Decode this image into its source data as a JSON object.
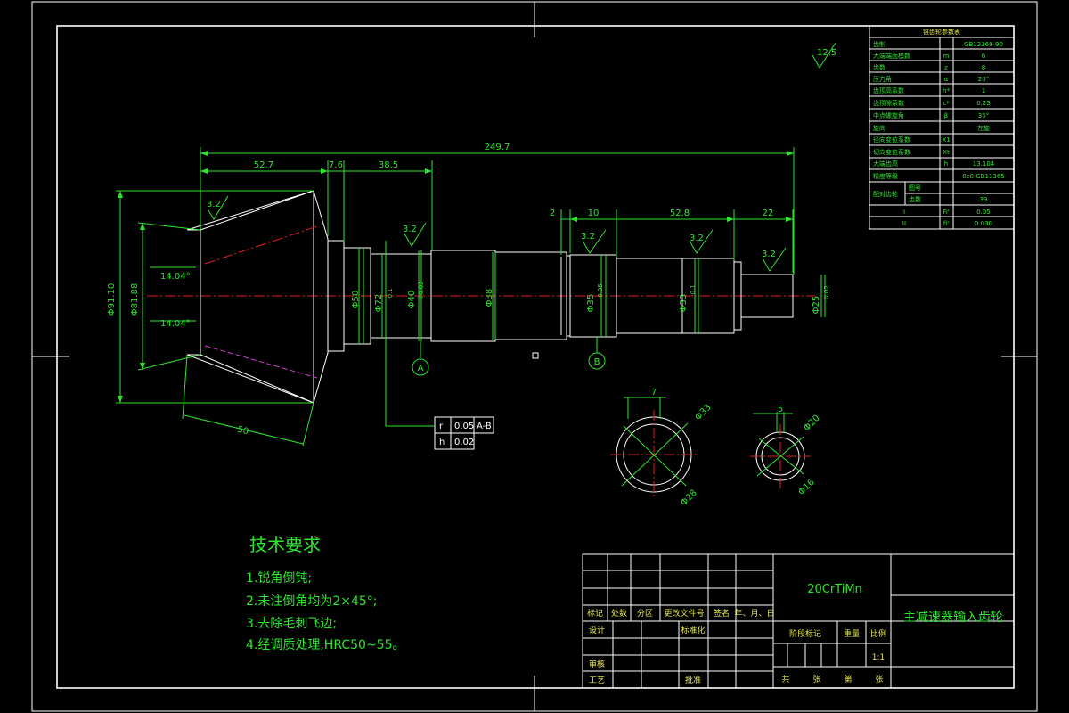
{
  "dimensions": {
    "overall_length": "249.7",
    "d1": "52.7",
    "d2": "7.6",
    "d3": "38.5",
    "d4": "2",
    "d5": "10",
    "d6": "52.8",
    "d7": "22",
    "cone_length": "50",
    "tip_dia": "Φ91.10",
    "pitch_dia": "Φ81.88",
    "cone_angle_1": "14.04°",
    "cone_angle_2": "14.04°",
    "phi50": "Φ50",
    "phi72": "Φ72",
    "phi72_tol": "-0.1",
    "phi40": "Φ40",
    "phi40_tol": "+0.02",
    "phi38": "Φ38",
    "phi35a": "Φ35",
    "phi35a_tol": "0.05",
    "phi33": "Φ33",
    "phi33_tol": "-0.1",
    "phi25": "Φ25",
    "phi25_tol": "0.02",
    "spline_w1": "7",
    "spline_d1": "Φ33",
    "spline_d1b": "Φ28",
    "spline_w2": "5",
    "spline_d2": "Φ20",
    "spline_d2b": "Φ16"
  },
  "roughness": {
    "corner": "12.5",
    "r1": "3.2",
    "r2": "3.2",
    "r3": "3.2",
    "r4": "3.2",
    "r5": "3.2"
  },
  "datums": {
    "a": "A",
    "b": "B"
  },
  "tolerance_frame": {
    "row1": [
      "r",
      "0.05",
      "A-B"
    ],
    "row2": [
      "h",
      "0.02"
    ]
  },
  "params_table": {
    "title": "锥齿轮参数表",
    "rows": [
      [
        "齿制",
        "",
        "GB12369-90"
      ],
      [
        "大端端面模数",
        "m",
        "6"
      ],
      [
        "齿数",
        "z",
        "8"
      ],
      [
        "压力角",
        "α",
        "20°"
      ],
      [
        "齿顶高系数",
        "h*",
        "1"
      ],
      [
        "齿顶隙系数",
        "c*",
        "0.25"
      ],
      [
        "中点螺旋角",
        "β",
        "35°"
      ],
      [
        "旋向",
        "",
        "左旋"
      ],
      [
        "径向变位系数",
        "X1",
        ""
      ],
      [
        "切向变位系数",
        "Xt",
        ""
      ],
      [
        "大端齿高",
        "h",
        "13.104"
      ],
      [
        "精度等级",
        "",
        "8c8 GB11365"
      ],
      [
        "配对齿轮",
        "图号",
        ""
      ],
      [
        "",
        "齿数",
        "39"
      ],
      [
        "I",
        "Fi'",
        "0.05"
      ],
      [
        "II",
        "fi'",
        "0.030"
      ]
    ]
  },
  "tech_req": {
    "title": "技术要求",
    "items": [
      "1.锐角倒钝;",
      "2.未注倒角均为2×45°;",
      "3.去除毛刺飞边;",
      "4.经调质处理,HRC50~55。"
    ]
  },
  "title_block": {
    "material": "20CrTiMn",
    "part_name": "主减速器输入齿轮",
    "hdr": [
      "标记",
      "处数",
      "分区",
      "更改文件号",
      "签名",
      "年、月、日"
    ],
    "design": "设计",
    "standardize": "标准化",
    "review": "审核",
    "process": "工艺",
    "approve": "批准",
    "stage": "阶段标记",
    "weight": "重量",
    "scale_label": "比例",
    "scale": "1:1",
    "sheets": [
      "共",
      "张",
      "第",
      "张"
    ]
  }
}
